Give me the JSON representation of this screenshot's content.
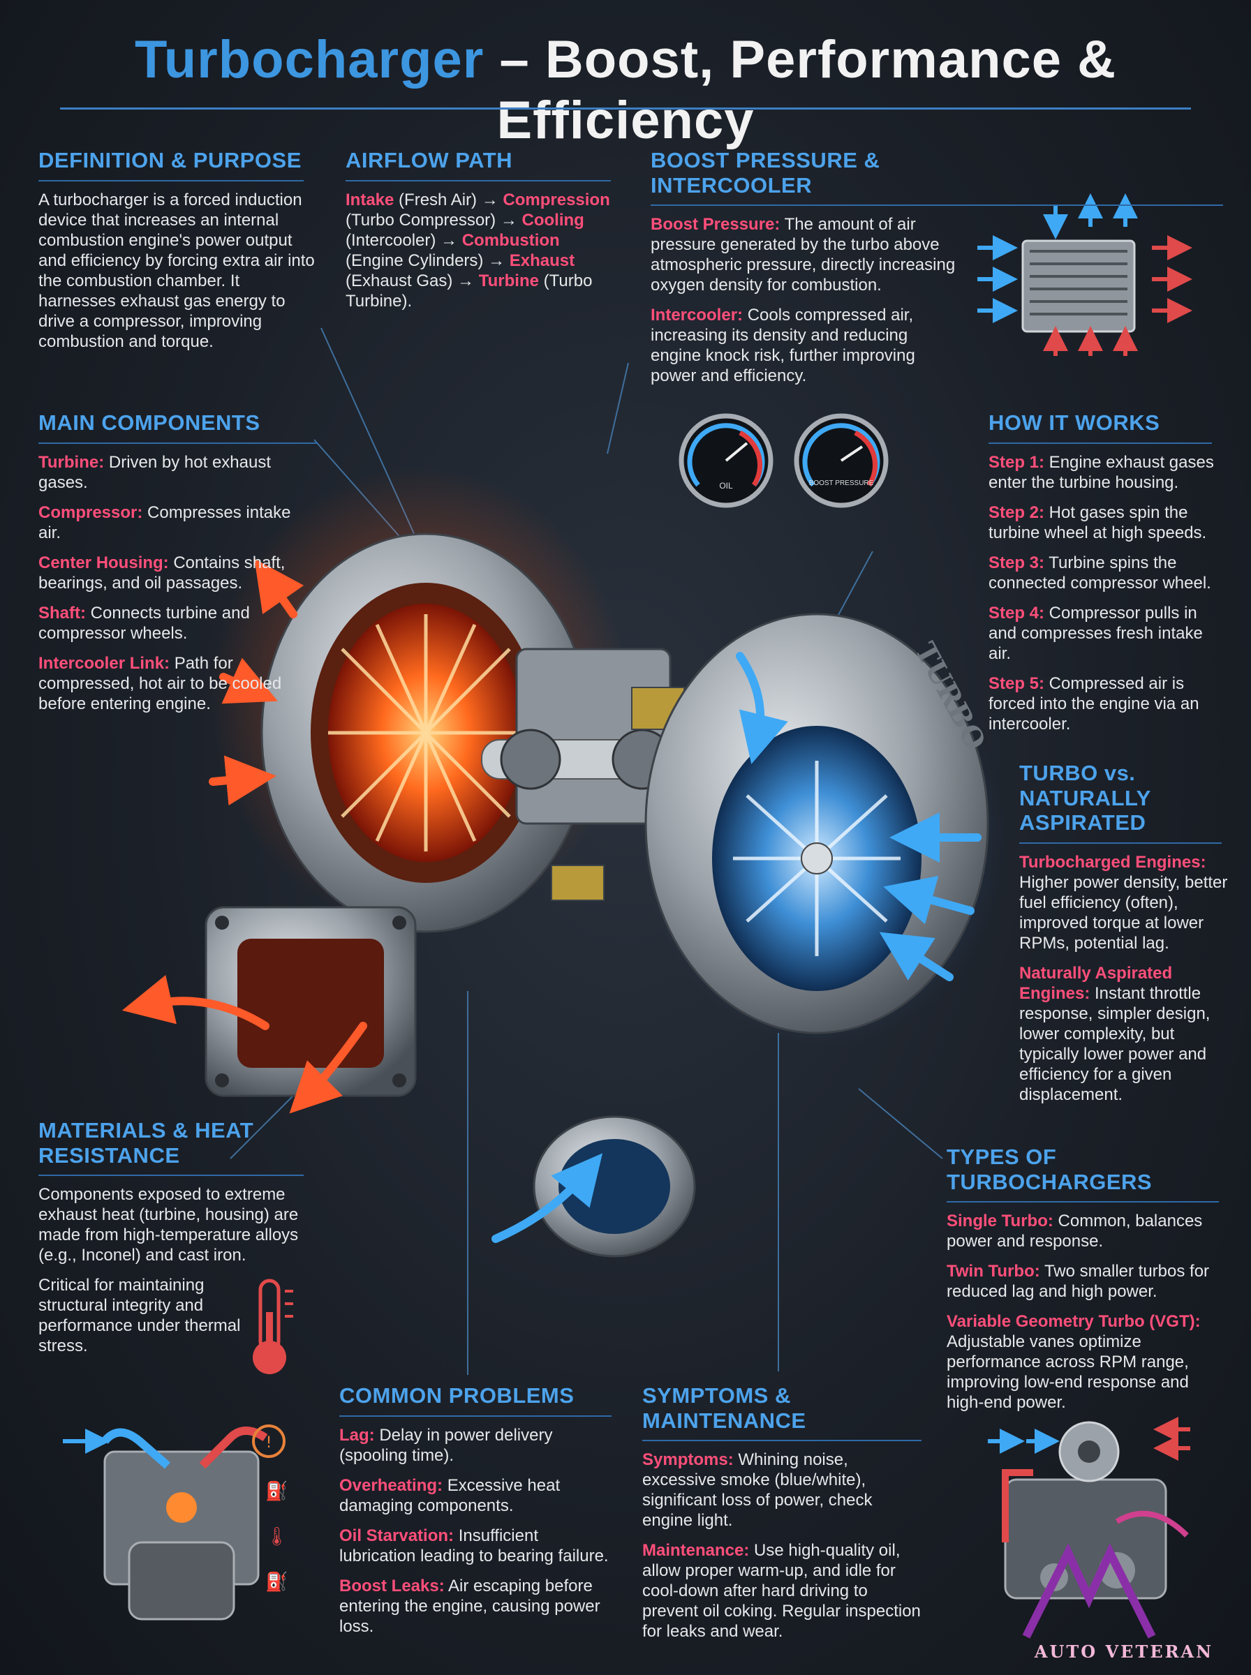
{
  "title": {
    "part1": "Turbocharger",
    "part2": " – Boost, Performance & Efficiency"
  },
  "definition": {
    "heading": "DEFINITION & PURPOSE",
    "body": "A turbocharger is a forced induction device that increases an internal combustion engine's power output and efficiency by forcing extra air into the combustion chamber. It harnesses exhaust gas energy to drive a compressor, improving combustion and torque."
  },
  "airflow": {
    "heading": "AIRFLOW PATH",
    "segments": [
      {
        "text": "Intake",
        "hl": true
      },
      {
        "text": " (Fresh Air) → ",
        "hl": false
      },
      {
        "text": "Compression",
        "hl": true
      },
      {
        "text": " (Turbo Compressor) → ",
        "hl": false
      },
      {
        "text": "Cooling",
        "hl": true
      },
      {
        "text": " (Intercooler) → ",
        "hl": false
      },
      {
        "text": "Combustion",
        "hl": true
      },
      {
        "text": " (Engine Cylinders) → ",
        "hl": false
      },
      {
        "text": "Exhaust",
        "hl": true
      },
      {
        "text": " (Exhaust Gas) → ",
        "hl": false
      },
      {
        "text": "Turbine",
        "hl": true
      },
      {
        "text": " (Turbo Turbine).",
        "hl": false
      }
    ]
  },
  "boost": {
    "heading": "BOOST PRESSURE & INTERCOOLER",
    "items": [
      {
        "label": "Boost Pressure:",
        "text": " The amount of air pressure generated by the turbo above atmospheric pressure, directly increasing oxygen density for combustion."
      },
      {
        "label": "Intercooler:",
        "text": " Cools compressed air, increasing its density and reducing engine knock risk, further improving power and efficiency."
      }
    ]
  },
  "components": {
    "heading": "MAIN COMPONENTS",
    "items": [
      {
        "label": "Turbine:",
        "text": " Driven by hot exhaust gases."
      },
      {
        "label": "Compressor:",
        "text": " Compresses intake air."
      },
      {
        "label": "Center Housing:",
        "text": " Contains shaft, bearings, and oil passages."
      },
      {
        "label": "Shaft:",
        "text": " Connects turbine and compressor wheels."
      },
      {
        "label": "Intercooler Link:",
        "text": " Path for compressed, hot air to be cooled before entering engine."
      }
    ]
  },
  "how": {
    "heading": "HOW IT WORKS",
    "items": [
      {
        "label": "Step 1:",
        "text": " Engine exhaust gases enter the turbine housing."
      },
      {
        "label": "Step 2:",
        "text": " Hot gases spin the turbine wheel at high speeds."
      },
      {
        "label": "Step 3:",
        "text": " Turbine spins the connected compressor wheel."
      },
      {
        "label": "Step 4:",
        "text": " Compressor pulls in and compresses fresh intake air."
      },
      {
        "label": "Step 5:",
        "text": " Compressed air is forced into the engine via an intercooler."
      }
    ]
  },
  "vs": {
    "heading": "TURBO vs. NATURALLY ASPIRATED",
    "items": [
      {
        "label": "Turbocharged Engines:",
        "text": " Higher power density, better fuel efficiency (often), improved torque at lower RPMs, potential lag."
      },
      {
        "label": "Naturally Aspirated Engines:",
        "text": " Instant throttle response, simpler design, lower complexity, but typically lower power and efficiency for a given displacement."
      }
    ]
  },
  "materials": {
    "heading": "MATERIALS & HEAT RESISTANCE",
    "body1": "Components exposed to extreme exhaust heat (turbine, housing) are made from high-temperature alloys (e.g., Inconel) and cast iron.",
    "body2": "Critical for maintaining structural integrity and performance under thermal stress."
  },
  "types": {
    "heading": "TYPES OF TURBOCHARGERS",
    "items": [
      {
        "label": "Single Turbo:",
        "text": " Common, balances power and response."
      },
      {
        "label": "Twin Turbo:",
        "text": " Two smaller turbos for reduced lag and high power."
      },
      {
        "label": "Variable Geometry Turbo (VGT):",
        "text": " Adjustable vanes optimize performance across RPM range, improving low-end response and high-end power."
      }
    ]
  },
  "problems": {
    "heading": "COMMON PROBLEMS",
    "items": [
      {
        "label": "Lag:",
        "text": " Delay in power delivery (spooling time)."
      },
      {
        "label": "Overheating:",
        "text": " Excessive heat damaging components."
      },
      {
        "label": "Oil Starvation:",
        "text": " Insufficient lubrication leading to bearing failure."
      },
      {
        "label": "Boost Leaks:",
        "text": " Air escaping before entering the engine, causing power loss."
      }
    ]
  },
  "symptoms": {
    "heading": "SYMPTOMS & MAINTENANCE",
    "items": [
      {
        "label": "Symptoms:",
        "text": " Whining noise, excessive smoke (blue/white), significant loss of power, check engine light."
      },
      {
        "label": "Maintenance:",
        "text": " Use high-quality oil, allow proper warm-up, and idle for cool-down after hard driving to prevent oil coking. Regular inspection for leaks and wear."
      }
    ]
  },
  "gauges": {
    "oil": "OIL",
    "boost": "BOOST PRESSURE"
  },
  "housing_text": "TURBO",
  "watermark": "AUTO VETERAN",
  "colors": {
    "accent_blue": "#4da3ec",
    "highlight_red": "#ff4f7a",
    "hot": "#ff5a2a",
    "cool": "#3fa9f5"
  }
}
